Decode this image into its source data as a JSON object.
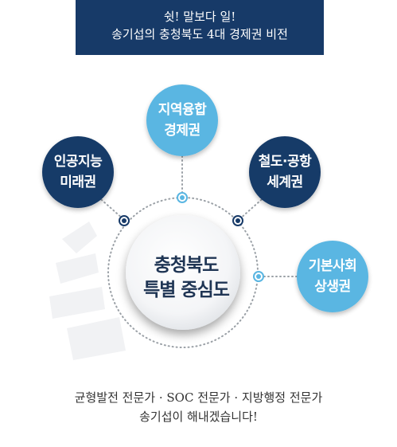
{
  "banner": {
    "line1": "쉿! 말보다 일!",
    "line2": "송기섭의 충청북도 4대 경제권 비전"
  },
  "center": {
    "line1": "충청북도",
    "line2": "특별 중심도"
  },
  "nodes": [
    {
      "line1": "지역융합",
      "line2": "경제권",
      "color": "#5ab6e2"
    },
    {
      "line1": "인공지능",
      "line2": "미래권",
      "color": "#173a68"
    },
    {
      "line1": "철도·공항",
      "line2": "세계권",
      "color": "#173a68"
    },
    {
      "line1": "기본사회",
      "line2": "상생권",
      "color": "#5ab6e2"
    }
  ],
  "footer": {
    "line1": "균형발전 전문가 · SOC 전문가 · 지방행정 전문가",
    "line2": "송기섭이 해내겠습니다!"
  },
  "colors": {
    "navy": "#173a68",
    "sky": "#5ab6e2",
    "dotted": "#9aa0a6"
  }
}
